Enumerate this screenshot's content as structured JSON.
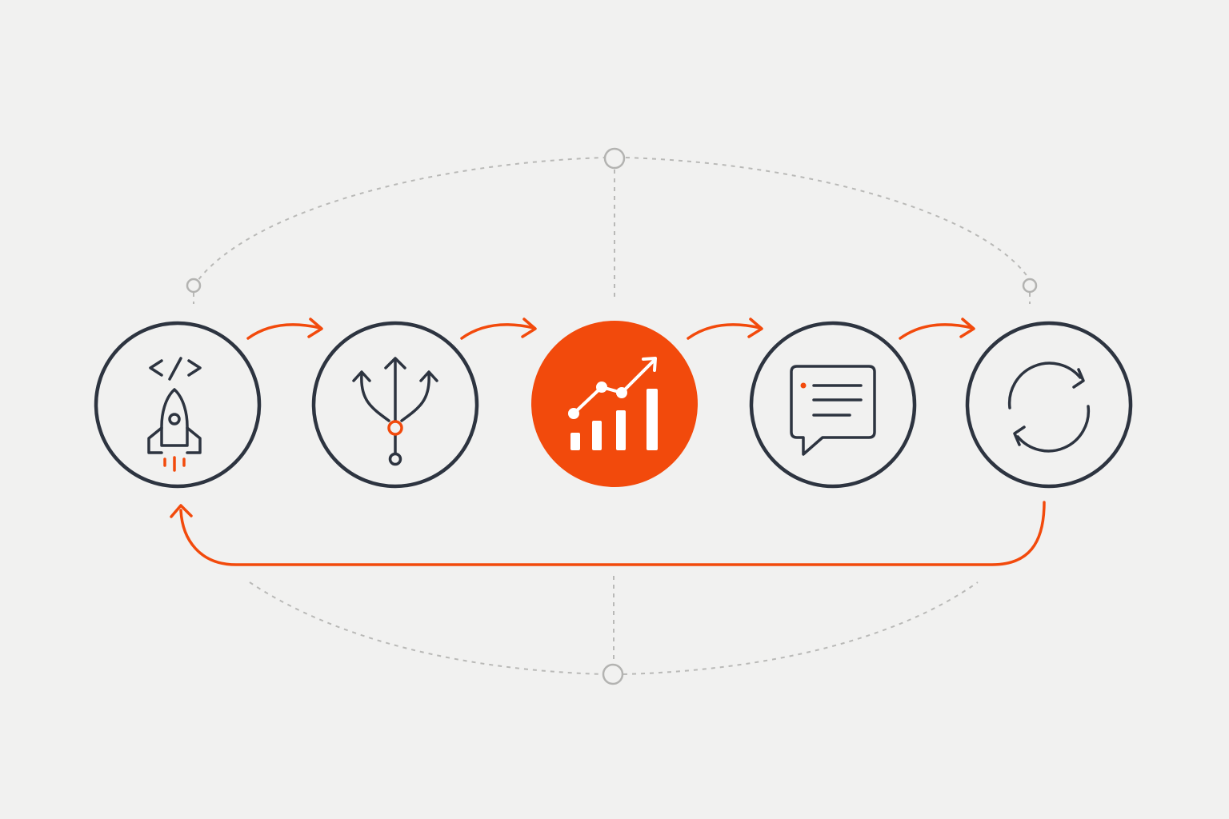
{
  "colors": {
    "accent": "#f24a0c",
    "ink": "#2d3440",
    "guide": "#b9b9b7",
    "background": "#f1f1f0"
  },
  "steps": [
    {
      "id": "deploy",
      "icon": "code-rocket-icon",
      "highlighted": false
    },
    {
      "id": "branch",
      "icon": "branching-arrows-icon",
      "highlighted": false
    },
    {
      "id": "measure",
      "icon": "growth-chart-icon",
      "highlighted": true
    },
    {
      "id": "feedback",
      "icon": "chat-bubble-icon",
      "highlighted": false
    },
    {
      "id": "iterate",
      "icon": "refresh-cycle-icon",
      "highlighted": false
    }
  ],
  "connectors": [
    {
      "from": "deploy",
      "to": "branch",
      "icon": "forward-arrow-icon"
    },
    {
      "from": "branch",
      "to": "measure",
      "icon": "forward-arrow-icon"
    },
    {
      "from": "measure",
      "to": "feedback",
      "icon": "forward-arrow-icon"
    },
    {
      "from": "feedback",
      "to": "iterate",
      "icon": "forward-arrow-icon"
    }
  ],
  "loop": {
    "from": "iterate",
    "to": "deploy",
    "icon": "loop-back-arrow-icon"
  }
}
